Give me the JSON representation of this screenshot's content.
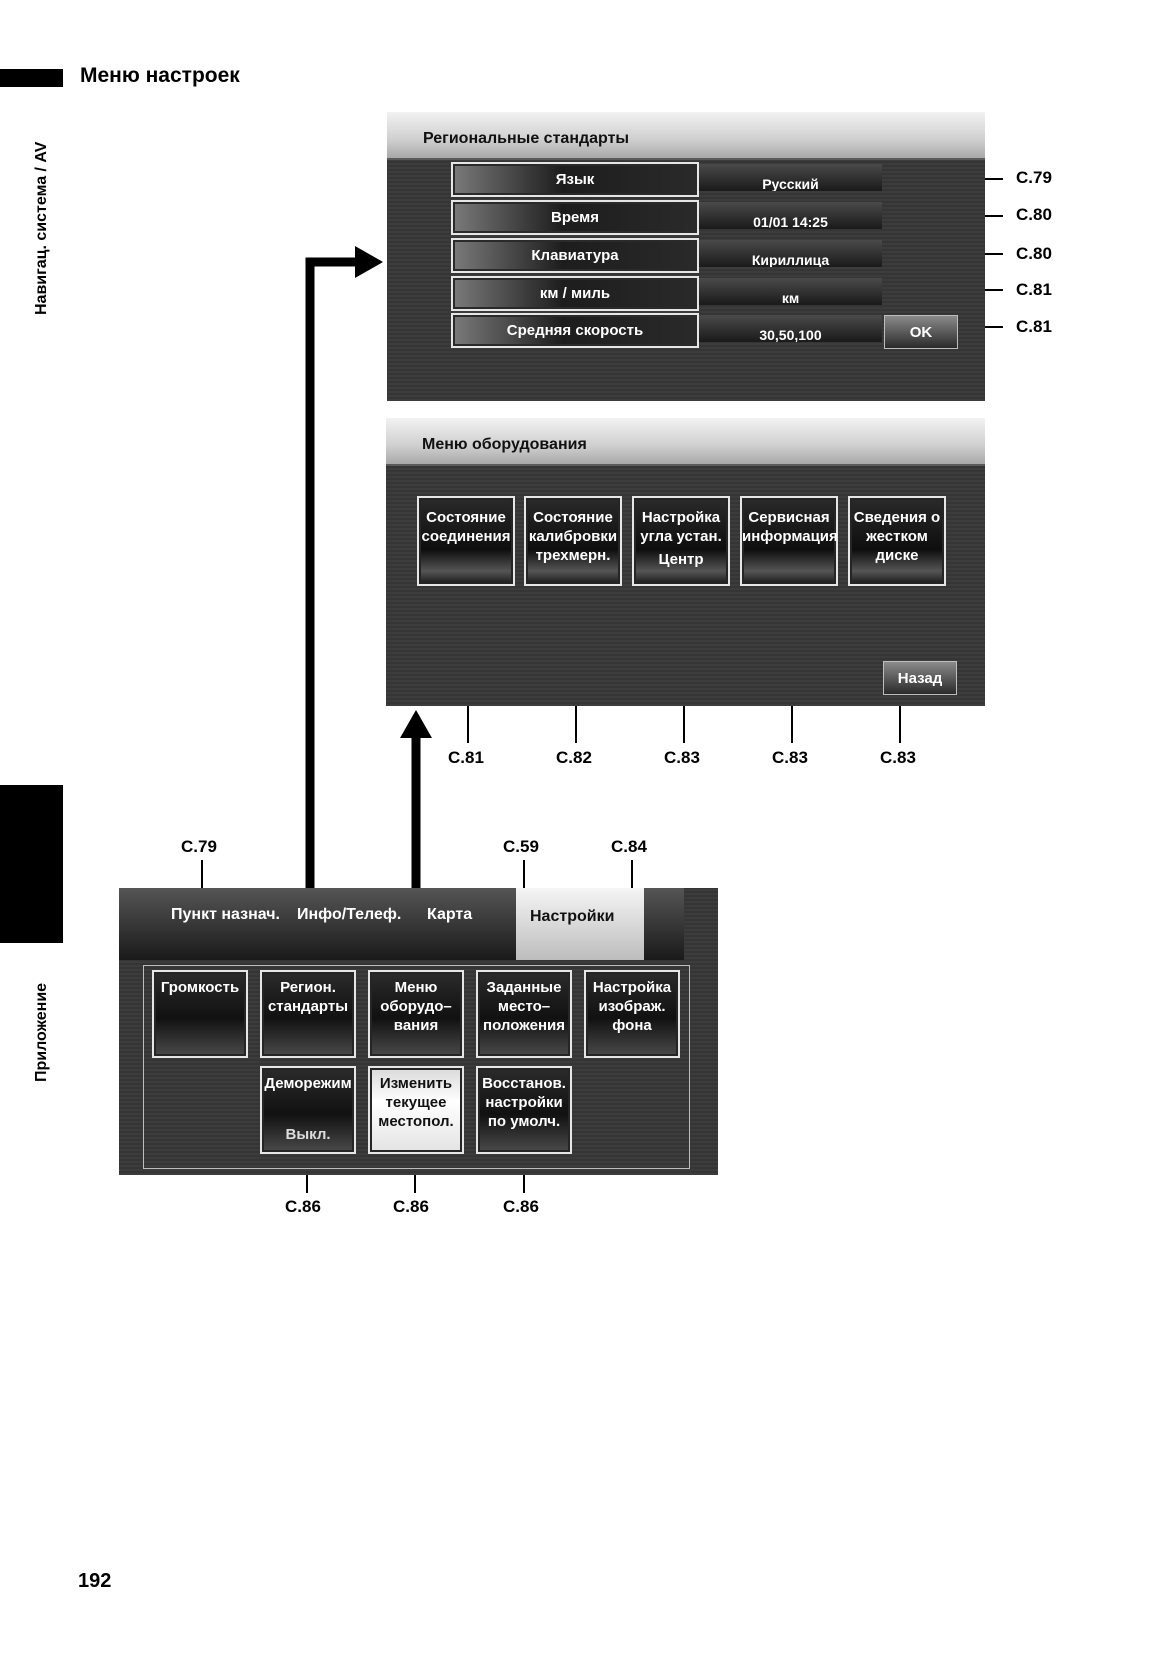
{
  "section_title": "Меню настроек",
  "page_number": "192",
  "side_tabs": {
    "top": "Навигац. система / AV",
    "bottom": "Приложение"
  },
  "regional_screen": {
    "title": "Региональные стандарты",
    "rows": [
      {
        "label": "Язык",
        "value": "Русский",
        "ref": "C.79"
      },
      {
        "label": "Время",
        "value": "01/01 14:25",
        "ref": "C.80"
      },
      {
        "label": "Клавиатура",
        "value": "Кириллица",
        "ref": "C.80"
      },
      {
        "label": "км / миль",
        "value": "км",
        "ref": "C.81"
      },
      {
        "label": "Средняя скорость",
        "value": "30,50,100",
        "ref": "C.81"
      }
    ],
    "ok_label": "OK"
  },
  "hardware_screen": {
    "title": "Меню оборудования",
    "buttons": [
      {
        "lines": [
          "Состояние",
          "соединения"
        ],
        "sub": "",
        "ref": "C.81"
      },
      {
        "lines": [
          "Состояние",
          "калибровки",
          "трехмерн."
        ],
        "sub": "",
        "ref": "C.82"
      },
      {
        "lines": [
          "Настройка",
          "угла устан."
        ],
        "sub": "Центр",
        "ref": "C.83"
      },
      {
        "lines": [
          "Сервисная",
          "информация"
        ],
        "sub": "",
        "ref": "C.83"
      },
      {
        "lines": [
          "Сведения о",
          "жестком",
          "диске"
        ],
        "sub": "",
        "ref": "C.83"
      }
    ],
    "back_label": "Назад"
  },
  "settings_screen": {
    "tabs": [
      "Пункт назнач.",
      "Инфо/Телеф.",
      "Карта",
      "Настройки"
    ],
    "row1": [
      {
        "lines": [
          "Громкость"
        ],
        "ref": "C.79"
      },
      {
        "lines": [
          "Регион.",
          "стандарты"
        ],
        "ref": ""
      },
      {
        "lines": [
          "Меню",
          "оборудо–",
          "вания"
        ],
        "ref": ""
      },
      {
        "lines": [
          "Заданные",
          "место–",
          "положения"
        ],
        "ref": "C.59"
      },
      {
        "lines": [
          "Настройка",
          "изображ.",
          "фона"
        ],
        "ref": "C.84"
      }
    ],
    "row2": [
      {
        "lines": [
          "Деморежим"
        ],
        "sub": "Выкл.",
        "ref": "C.86"
      },
      {
        "lines": [
          "Изменить",
          "текущее",
          "местопол."
        ],
        "sub": "",
        "ref": "C.86"
      },
      {
        "lines": [
          "Восстанов.",
          "настройки",
          "по умолч."
        ],
        "sub": "",
        "ref": "C.86"
      }
    ]
  }
}
